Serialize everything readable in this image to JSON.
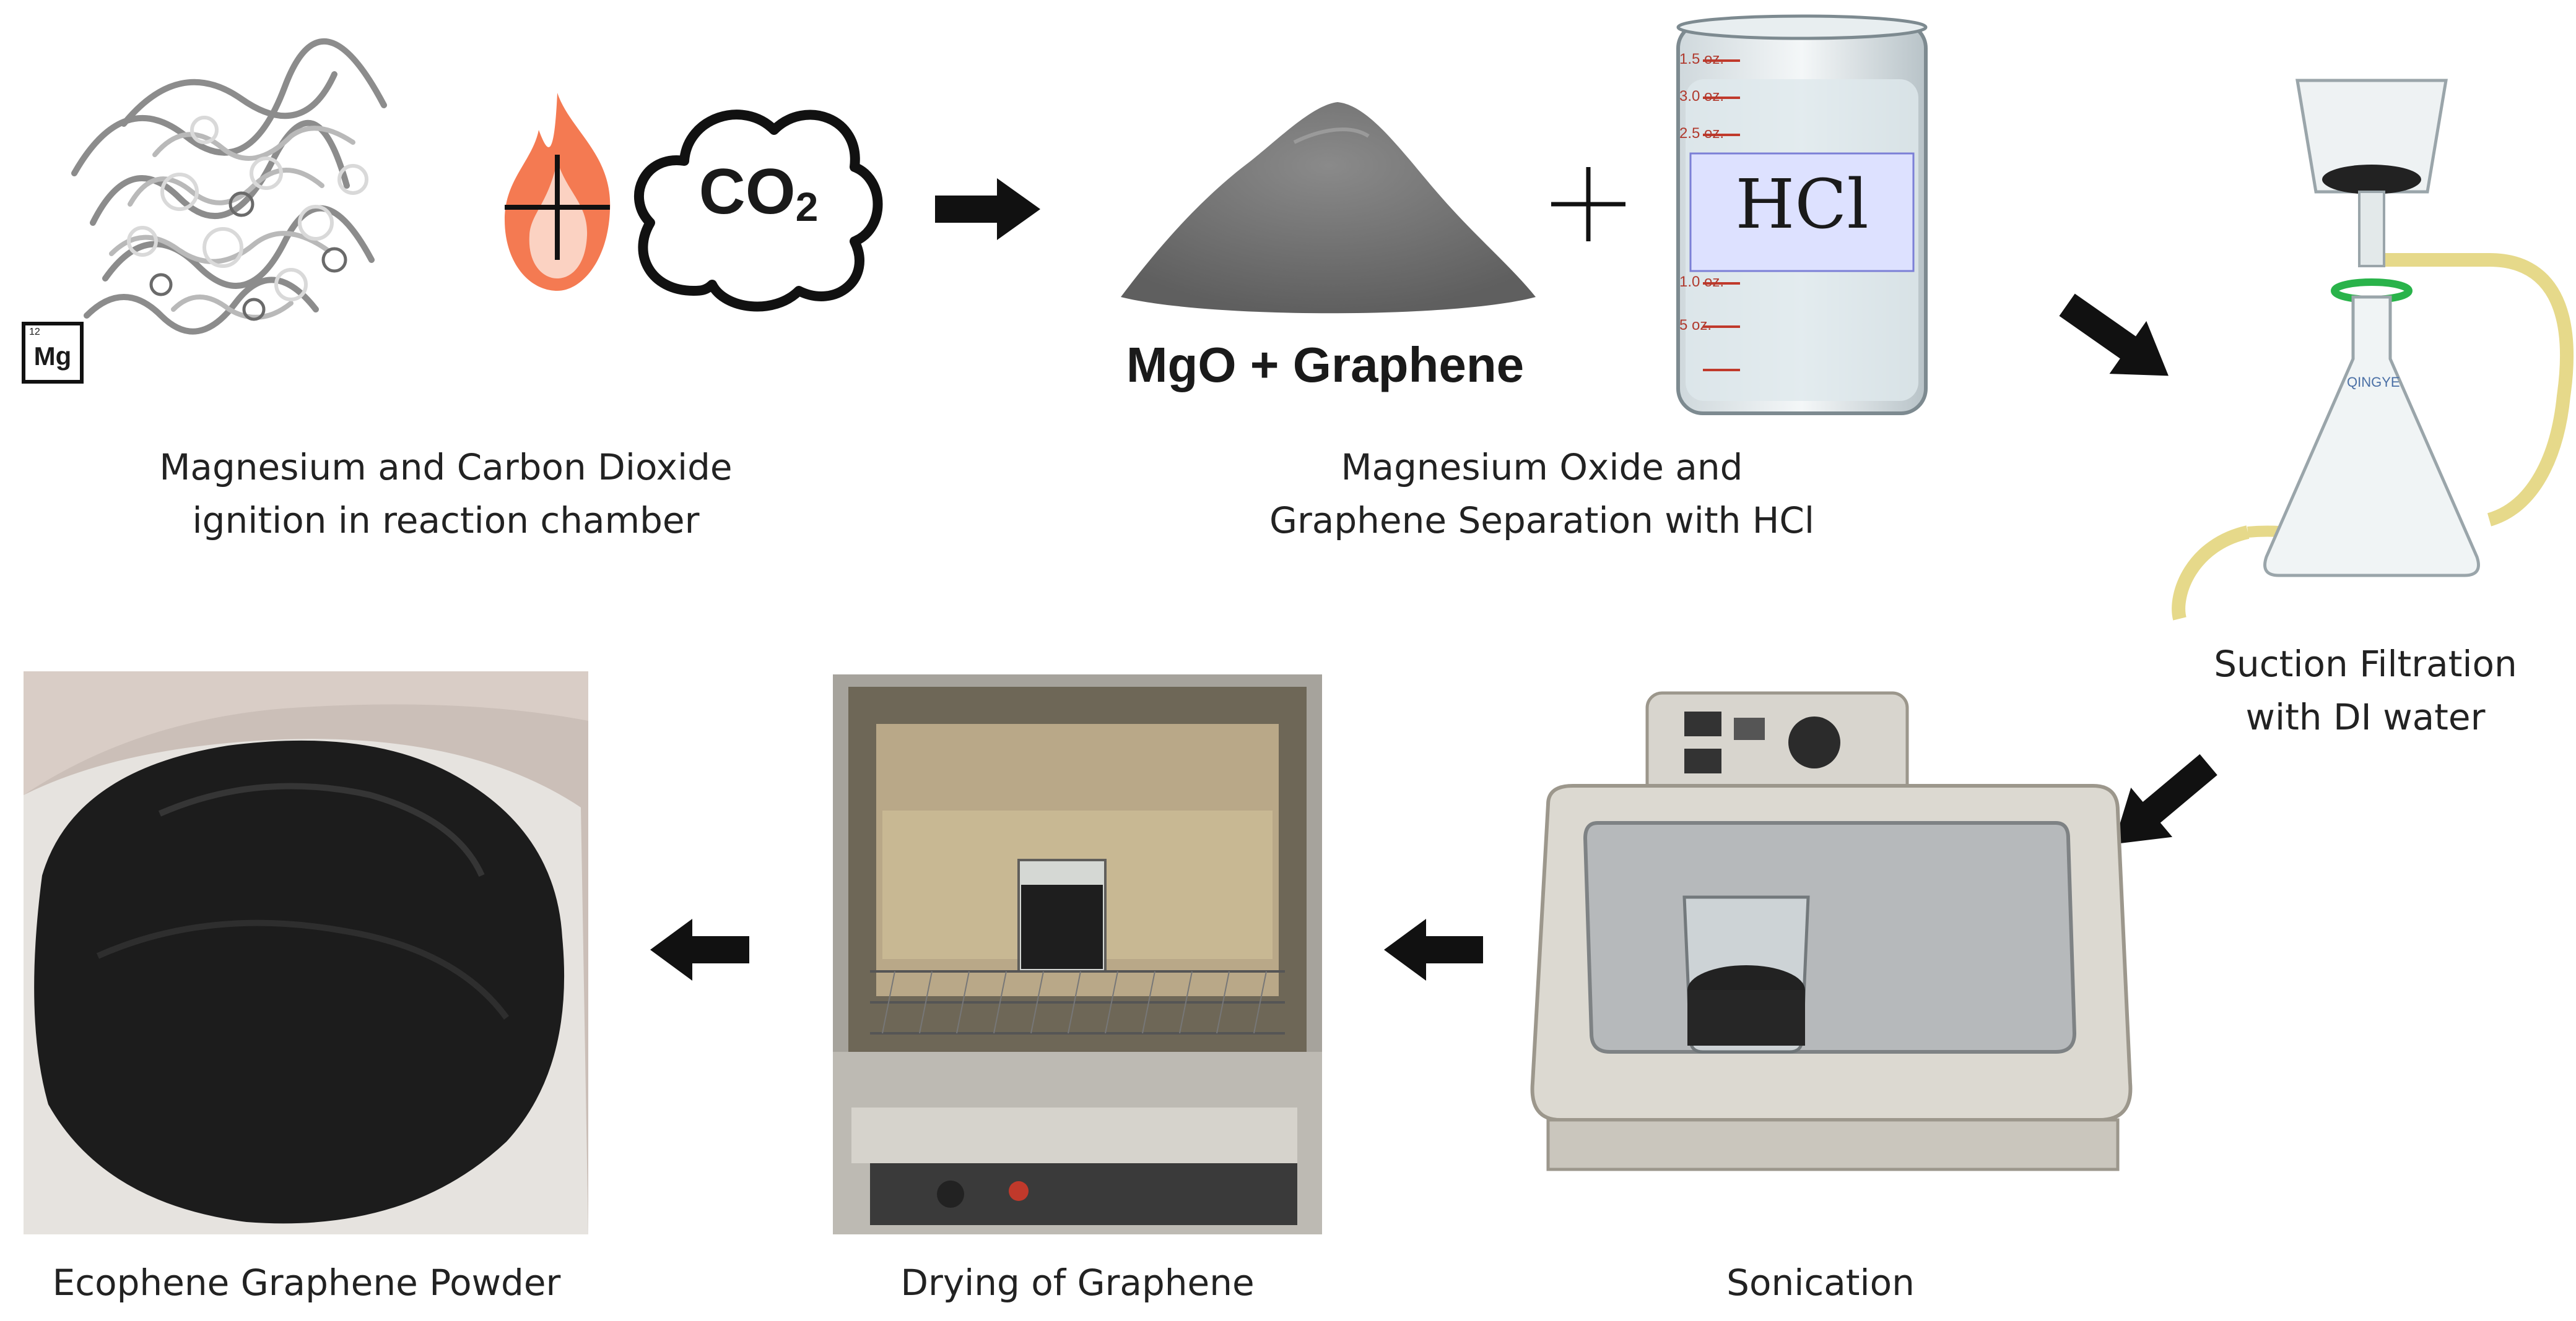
{
  "stage1": {
    "element_card": {
      "number": "12",
      "symbol": "Mg"
    },
    "co2_label": "CO",
    "co2_subscript": "2",
    "caption_line1": "Magnesium and Carbon Dioxide",
    "caption_line2": "ignition in reaction chamber"
  },
  "stage2": {
    "product_label": "MgO + Graphene",
    "beaker_label": "HCl",
    "beaker_marks": [
      "1.5 oz.",
      "3.0 oz.",
      "2.5 oz.",
      "1.0 oz.",
      "5 oz."
    ],
    "caption_line1": "Magnesium Oxide and",
    "caption_line2": "Graphene Separation with HCl"
  },
  "stage3": {
    "flask_brand": "QINGYE",
    "caption_line1": "Suction Filtration",
    "caption_line2": "with DI water"
  },
  "stage4": {
    "caption": "Sonication"
  },
  "stage5": {
    "caption": "Drying of Graphene"
  },
  "stage6": {
    "caption": "Ecophene Graphene Powder"
  },
  "colors": {
    "flame": "#f47a52",
    "arrow": "#111111",
    "graphene": "#1c1c1c",
    "mgo_powder": "#6e6e6e",
    "tube": "#e6d98a"
  }
}
